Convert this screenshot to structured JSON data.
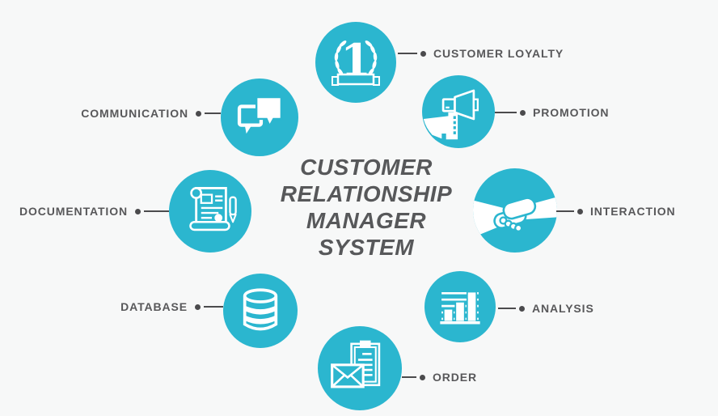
{
  "colors": {
    "accent_teal": "#2bb6cf",
    "background": "#f7f8f8",
    "label_text": "#58585a",
    "title_text": "#57585a",
    "connector": "#4b4b4d",
    "icon_white": "#ffffff"
  },
  "title": {
    "lines": [
      "CUSTOMER",
      "RELATIONSHIP",
      "MANAGER",
      "SYSTEM"
    ]
  },
  "nodes": [
    {
      "label": "CUSTOMER LOYALTY",
      "icon": "award-first-place-icon",
      "side": "right"
    },
    {
      "label": "PROMOTION",
      "icon": "megaphone-icon",
      "side": "right"
    },
    {
      "label": "INTERACTION",
      "icon": "handshake-icon",
      "side": "right"
    },
    {
      "label": "ANALYSIS",
      "icon": "bar-chart-icon",
      "side": "right"
    },
    {
      "label": "ORDER",
      "icon": "clipboard-envelope-icon",
      "side": "right"
    },
    {
      "label": "DATABASE",
      "icon": "database-icon",
      "side": "left"
    },
    {
      "label": "DOCUMENTATION",
      "icon": "document-pen-icon",
      "side": "left"
    },
    {
      "label": "COMMUNICATION",
      "icon": "speech-bubbles-icon",
      "side": "left"
    }
  ]
}
